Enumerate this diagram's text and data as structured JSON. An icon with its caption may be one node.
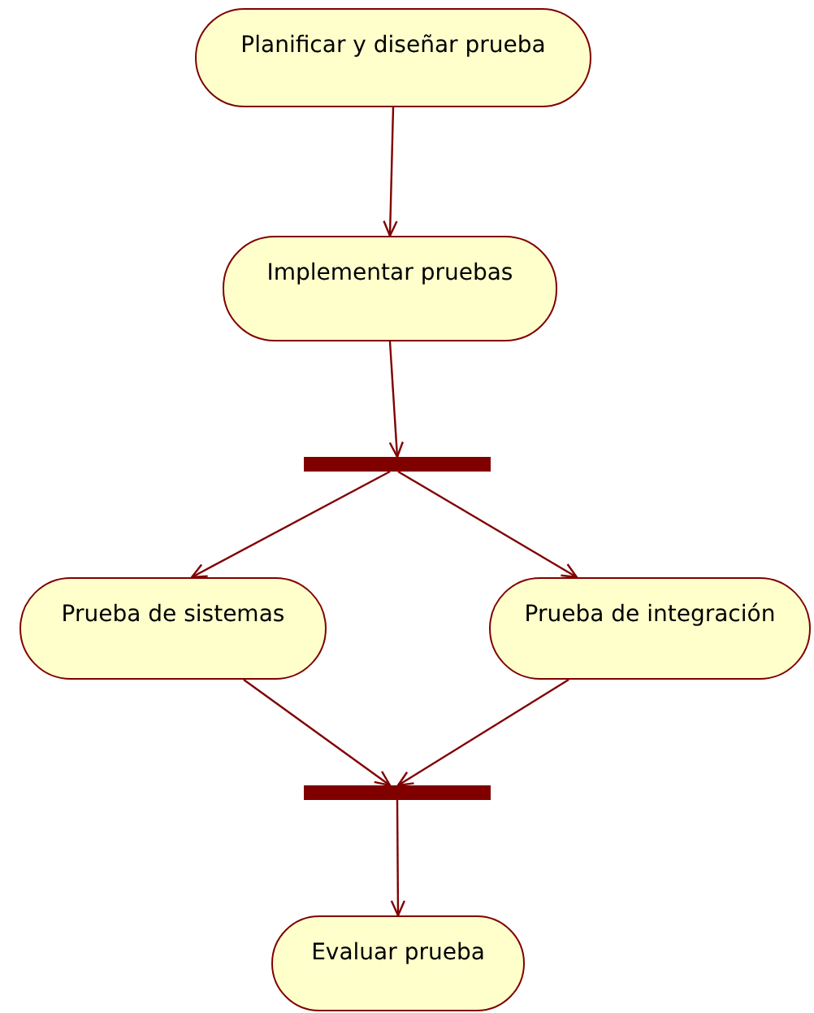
{
  "diagram": {
    "nodes": [
      {
        "text": [
          "Planificar y diseñar prueba"
        ]
      },
      {
        "text": [
          "Implementar pruebas"
        ]
      },
      {
        "text": [],
        "shape": "bar"
      },
      {
        "text": [
          "Prueba de sistemas"
        ]
      },
      {
        "text": [
          "Prueba de integración"
        ]
      },
      {
        "text": [],
        "shape": "bar"
      },
      {
        "text": [
          "Evaluar prueba"
        ]
      }
    ],
    "edges": [
      {
        "from": 0,
        "to": 1,
        "arrow": "to"
      },
      {
        "from": 1,
        "to": 2,
        "arrow": "to"
      },
      {
        "from": 2,
        "to": 3,
        "arrow": "to"
      },
      {
        "from": 2,
        "to": 4,
        "arrow": "to"
      },
      {
        "from": 3,
        "to": 5,
        "arrow": "to"
      },
      {
        "from": 4,
        "to": 5,
        "arrow": "to"
      },
      {
        "from": 5,
        "to": 6,
        "arrow": "to"
      }
    ]
  }
}
